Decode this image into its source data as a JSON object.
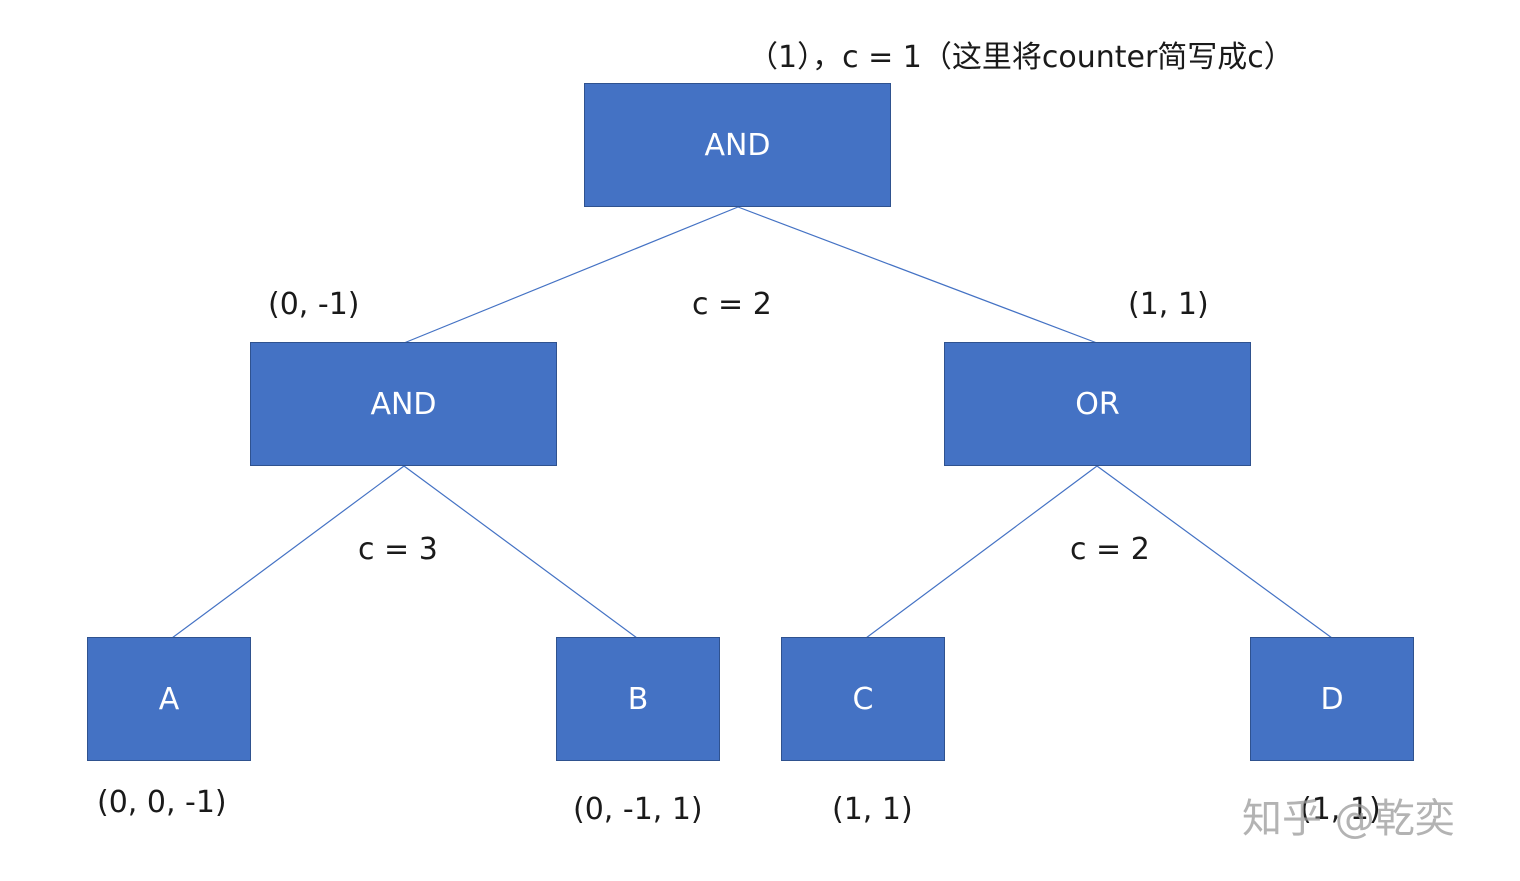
{
  "colors": {
    "node_fill": "#4472C4",
    "node_border": "#2F528F",
    "edge": "#4472C4",
    "text": "#1a1a1a"
  },
  "nodes": {
    "root": "AND",
    "left": "AND",
    "right": "OR",
    "a": "A",
    "b": "B",
    "c": "C",
    "d": "D"
  },
  "labels": {
    "root_note": "（1），c = 1（这里将counter简写成c）",
    "left_vector": "(0, -1)",
    "root_counter": "c = 2",
    "right_vector": "(1, 1)",
    "left_counter": "c = 3",
    "right_counter": "c = 2",
    "a_vector": "(0, 0, -1)",
    "b_vector": "(0, -1, 1)",
    "c_vector": "(1, 1)",
    "d_vector": "(1, 1)"
  },
  "watermark": "知乎 @乾奕"
}
